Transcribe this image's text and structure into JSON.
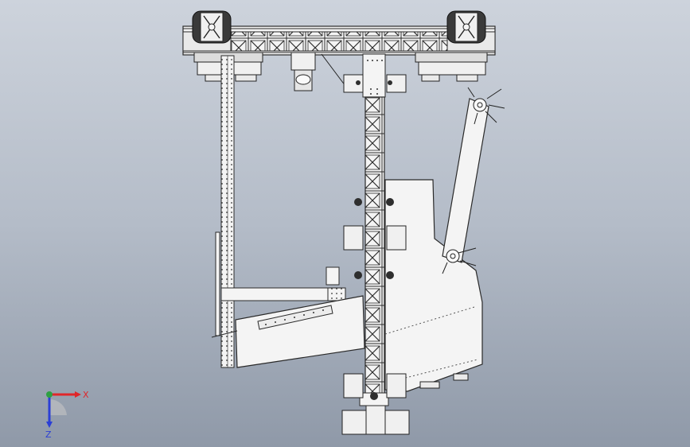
{
  "triad": {
    "x_label": "X",
    "z_label": "Z",
    "x_color": "#e0262a",
    "y_color": "#2ea043",
    "z_color": "#2b3fd6"
  },
  "colors": {
    "background_top": "#cdd3dc",
    "background_bottom": "#8f99a8",
    "part_fill": "#f4f4f4",
    "part_stroke": "#2a2a2a",
    "dark_part": "#2e2e2e"
  },
  "model": {
    "description_icon": "cad-assembly"
  }
}
